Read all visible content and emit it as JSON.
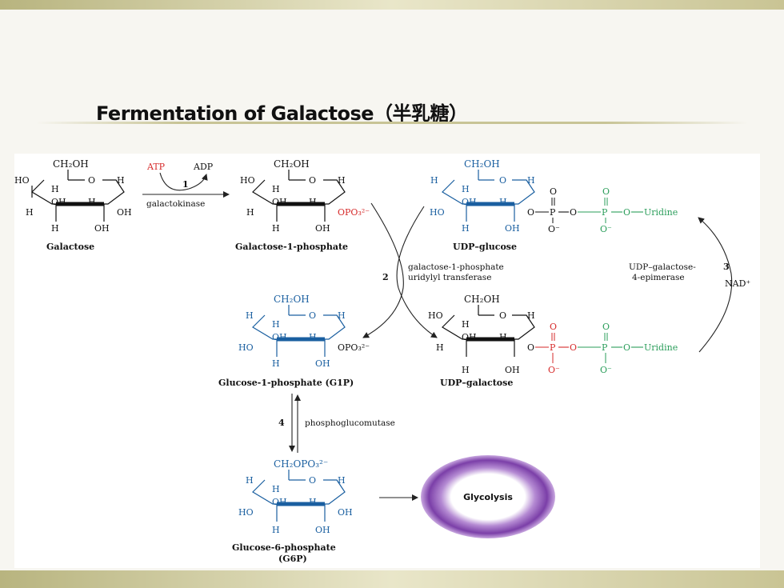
{
  "slide": {
    "title": "Fermentation of Galactose（半乳糖）"
  },
  "labels": {
    "ch2oh": "CH₂OH",
    "ch2opo3": "CH₂OPO₃²⁻",
    "opo3": "OPO₃²⁻",
    "H": "H",
    "OH": "OH",
    "HO": "HO",
    "O": "O",
    "P": "P",
    "Ominus": "O⁻",
    "uridine": "Uridine"
  },
  "molecules": {
    "galactose": "Galactose",
    "gal1p": "Galactose-1-phosphate",
    "udp_glucose": "UDP–glucose",
    "g1p": "Glucose-1-phosphate (G1P)",
    "udp_galactose": "UDP–galactose",
    "g6p_line1": "Glucose-6-phosphate",
    "g6p_line2": "(G6P)"
  },
  "reactions": {
    "step1": {
      "number": "1",
      "enzyme": "galactokinase",
      "in": "ATP",
      "out": "ADP"
    },
    "step2": {
      "number": "2",
      "enzyme_line1": "galactose-1-phosphate",
      "enzyme_line2": "uridylyl transferase"
    },
    "step3": {
      "number": "3",
      "enzyme_line1": "UDP–galactose-",
      "enzyme_line2": "4-epimerase",
      "cofactor": "NAD⁺"
    },
    "step4": {
      "number": "4",
      "enzyme": "phosphoglucomutase"
    }
  },
  "glycolysis": {
    "label": "Glycolysis"
  },
  "colors": {
    "ring_blue": "#1a5fa0",
    "phosphate_red": "#d62a2a",
    "udp_green": "#2a9d5a",
    "glycolysis_purple": "#7b3fa8"
  }
}
